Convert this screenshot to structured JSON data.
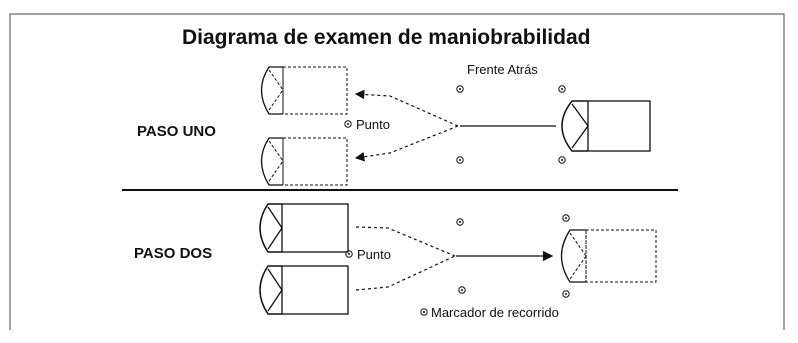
{
  "diagram": {
    "title": "Diagrama de examen de maniobrabilidad",
    "step_one": {
      "label": "PASO UNO",
      "point_label": "Punto",
      "direction_label": "Frente Atrás"
    },
    "step_two": {
      "label": "PASO DOS",
      "point_label": "Punto"
    },
    "legend": {
      "marker_label": "Marcador de recorrido",
      "marker_icon": "course-marker-icon"
    }
  }
}
